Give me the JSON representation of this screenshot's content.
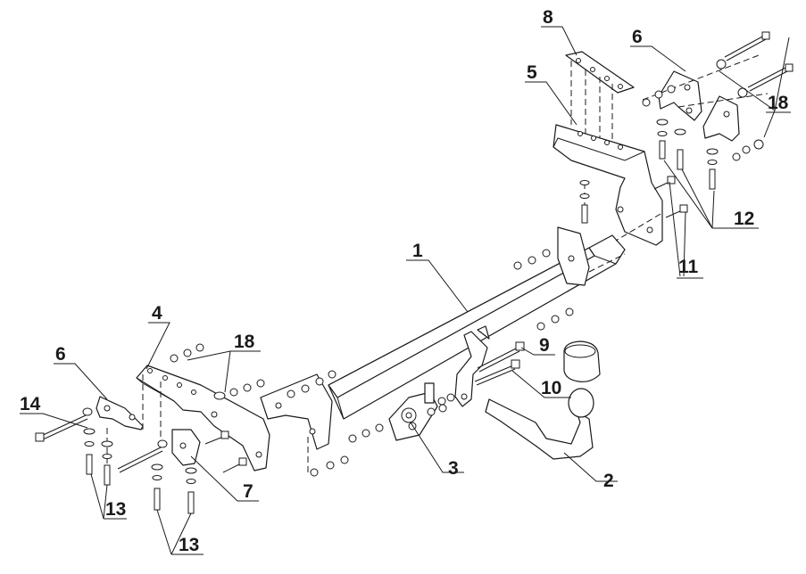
{
  "colors": {
    "line": "#1a1a1a",
    "background": "#ffffff"
  },
  "callouts": {
    "c1": "1",
    "c2": "2",
    "c3": "3",
    "c4": "4",
    "c5": "5",
    "c6_right": "6",
    "c6_left": "6",
    "c7": "7",
    "c8": "8",
    "c9": "9",
    "c10": "10",
    "c11": "11",
    "c12": "12",
    "c13_upper": "13",
    "c13_lower": "13",
    "c14": "14",
    "c18_right": "18",
    "c18_left": "18"
  }
}
